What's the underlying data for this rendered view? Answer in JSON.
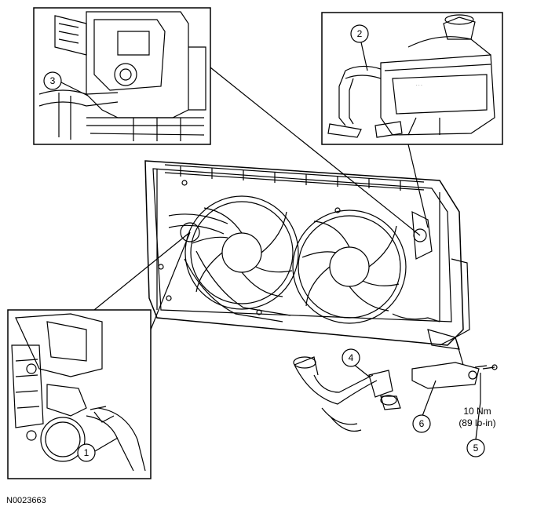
{
  "figure_id": "N0023663",
  "callouts": [
    {
      "number": "1"
    },
    {
      "number": "2"
    },
    {
      "number": "3"
    },
    {
      "number": "4"
    },
    {
      "number": "5"
    },
    {
      "number": "6"
    }
  ],
  "torque_spec": {
    "line1": "10 Nm",
    "line2": "(89 lb-in)"
  }
}
